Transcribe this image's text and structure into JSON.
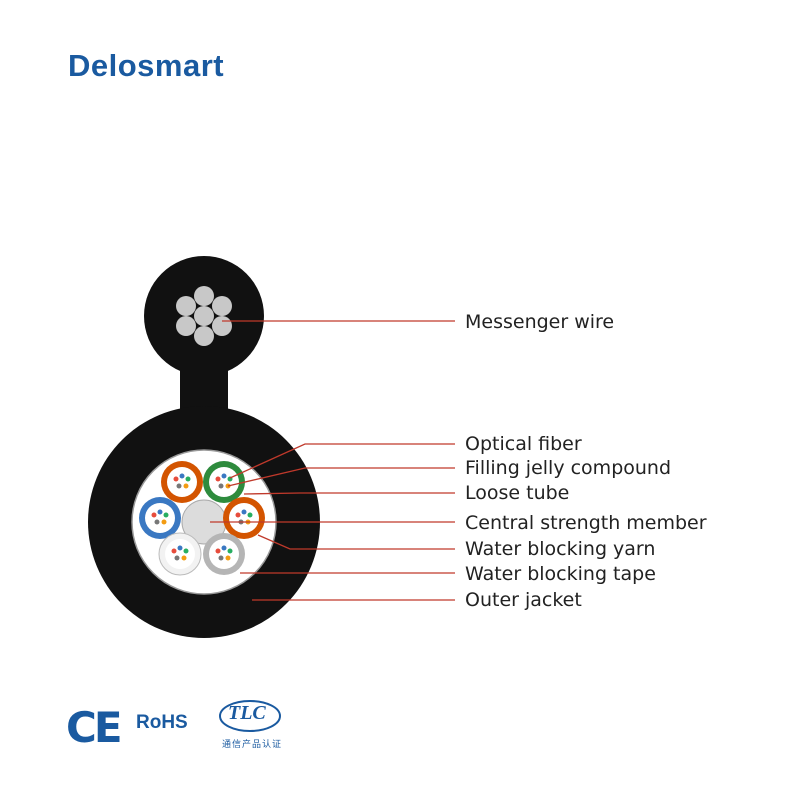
{
  "brand": {
    "name": "Delosmart",
    "color": "#1a5aa0"
  },
  "labels": [
    "Messenger wire",
    "Optical fiber",
    "Filling jelly compound",
    "Loose tube",
    "Central strength member",
    "Water blocking yarn",
    "Water blocking tape",
    "Outer jacket"
  ],
  "colors": {
    "jacket": "#111111",
    "leader": "#c0392b",
    "tube_orange": "#d35400",
    "tube_green": "#2e8b3d",
    "tube_blue": "#3a78c2",
    "tube_white": "#f2f2f2",
    "tube_gray": "#b5b5b5",
    "wire": "#c8c8c8"
  },
  "certifications": {
    "ce": "CE",
    "rohs": "RoHS",
    "tlc": "TLC",
    "tlc_sub": "通信产品认证",
    "color": "#1a5aa0"
  }
}
